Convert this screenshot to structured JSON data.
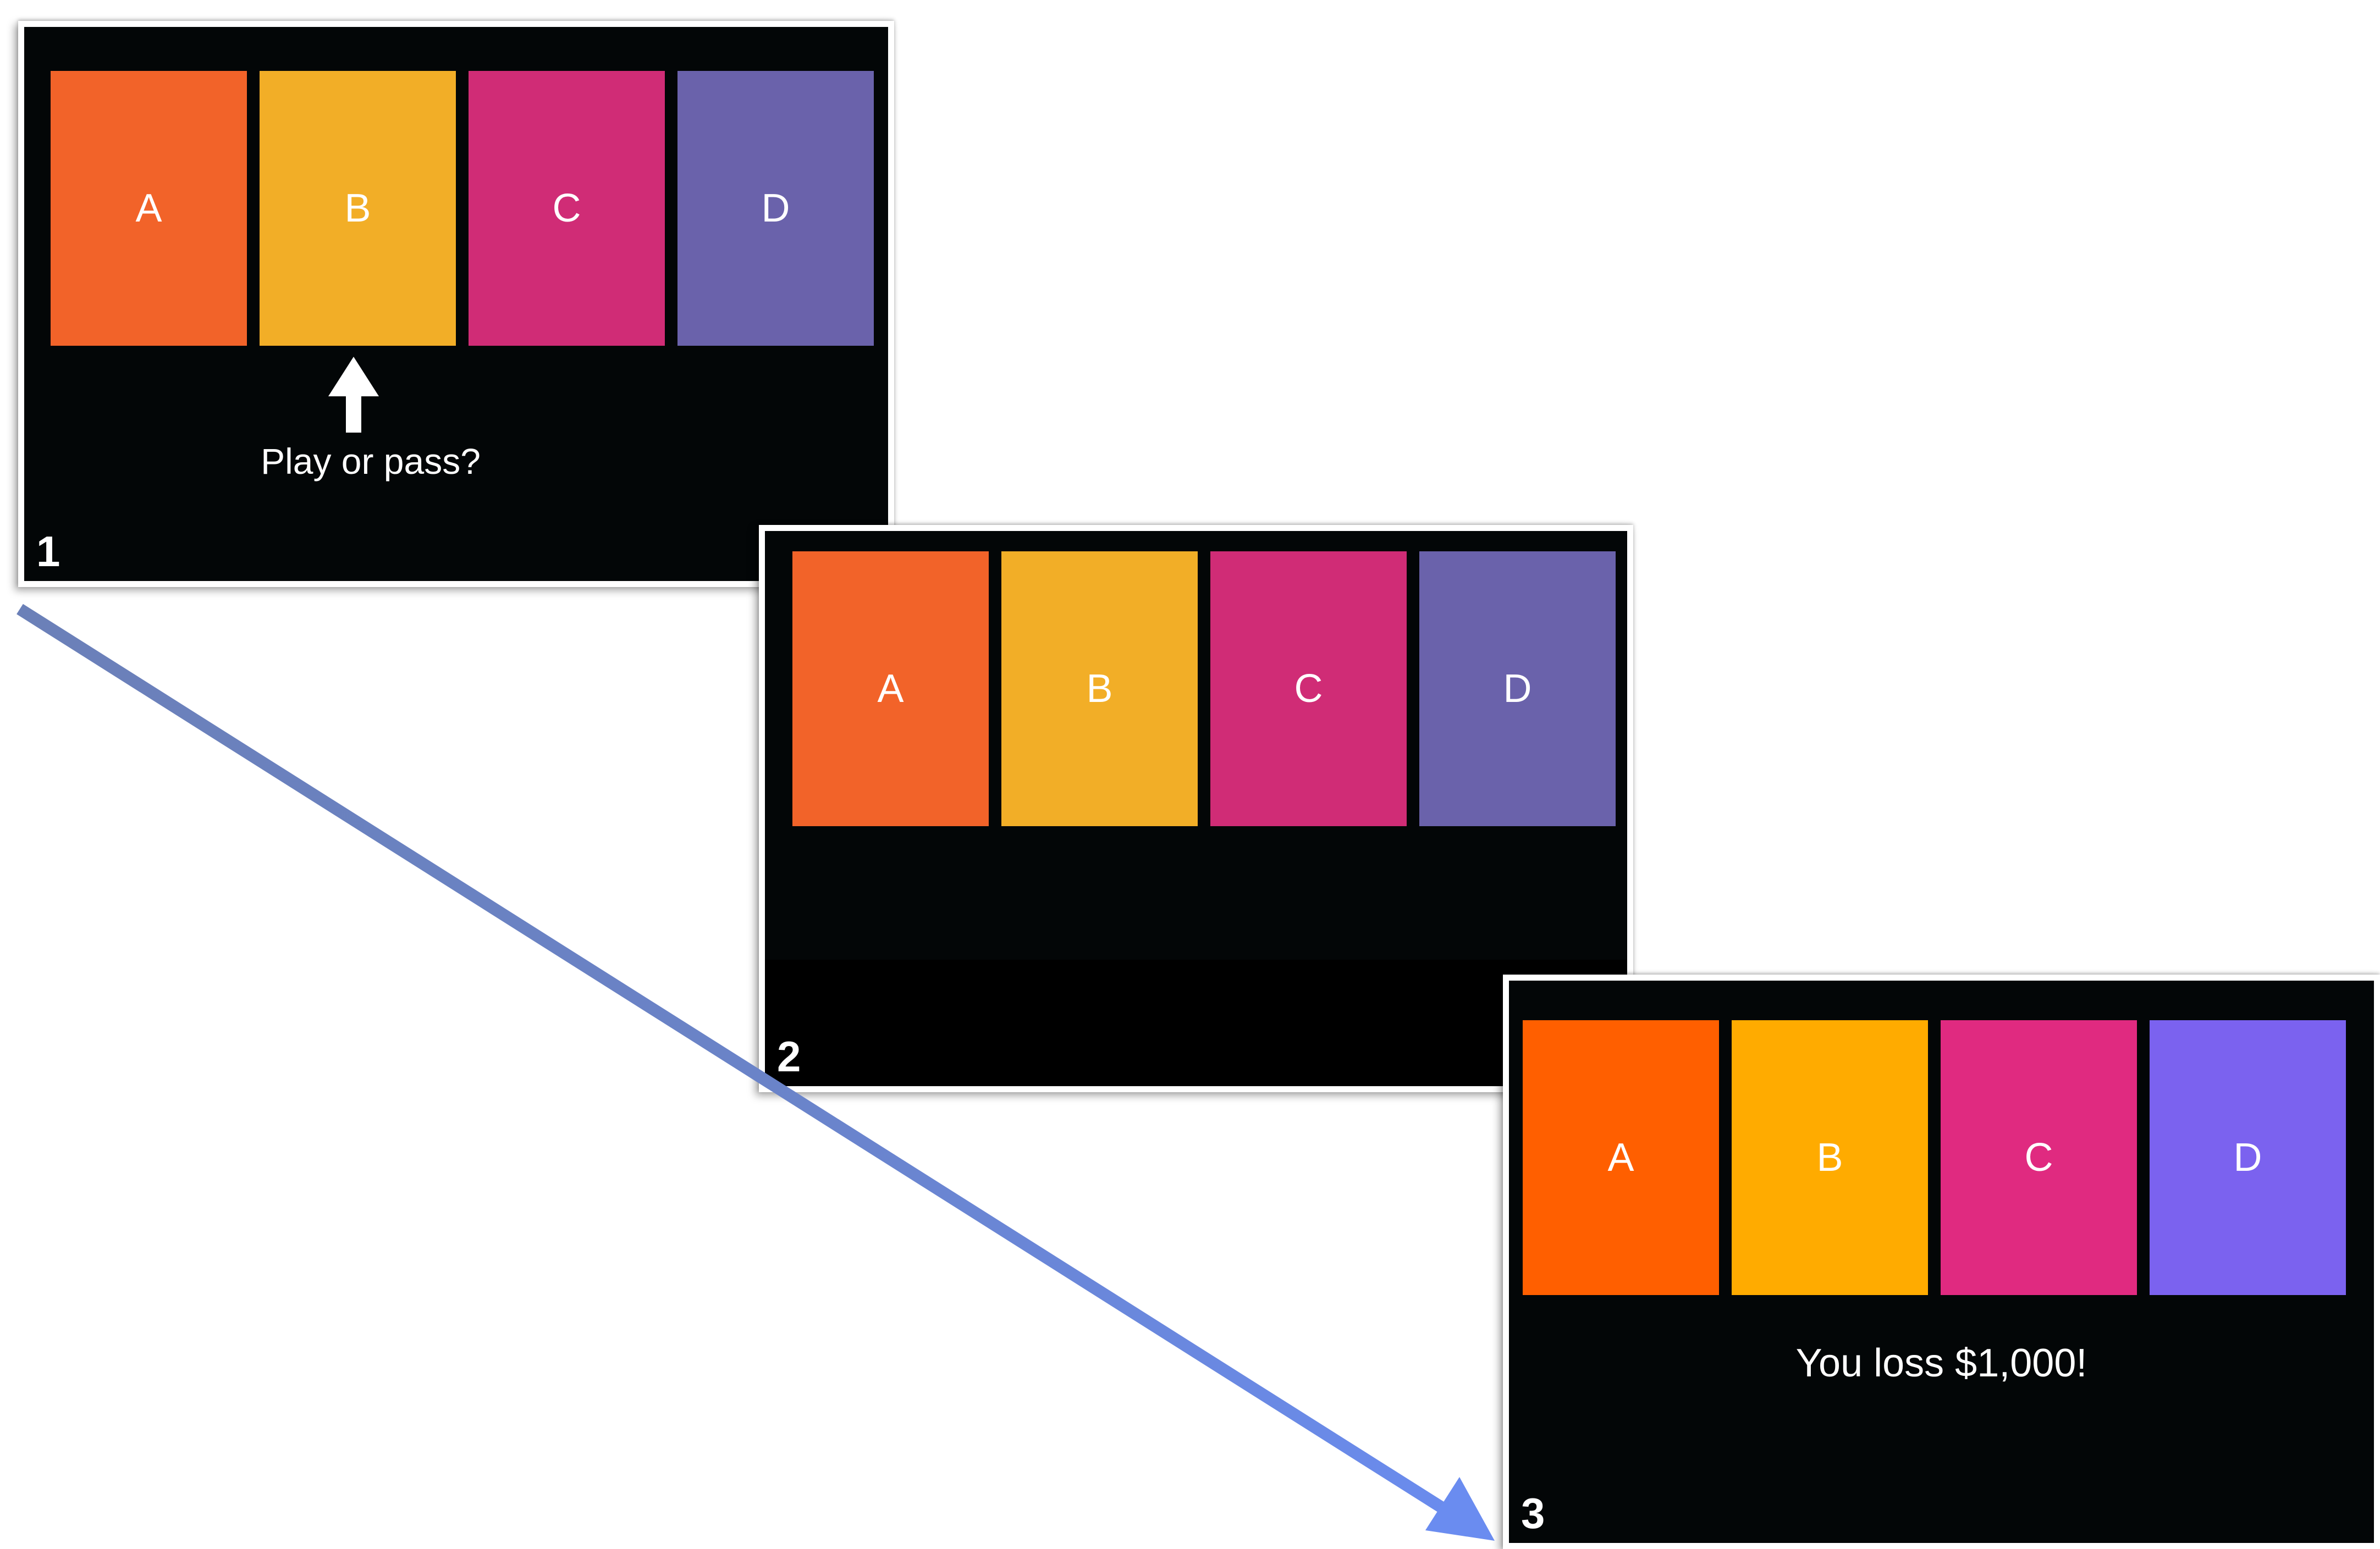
{
  "colors": {
    "panel_bg": "#030607",
    "frame": "#ffffff",
    "arrow_start": "#6b80b8",
    "arrow_end": "#6a8cf0"
  },
  "panels": [
    {
      "label": "1",
      "cards": [
        {
          "label": "A",
          "color": "#f26329"
        },
        {
          "label": "B",
          "color": "#f2ae27"
        },
        {
          "label": "C",
          "color": "#d02c76"
        },
        {
          "label": "D",
          "color": "#6a62ab"
        }
      ],
      "message": "Play or pass?",
      "pointer_icon": "up-arrow-icon"
    },
    {
      "label": "2",
      "cards": [
        {
          "label": "A",
          "color": "#f26329"
        },
        {
          "label": "B",
          "color": "#f2ae27"
        },
        {
          "label": "C",
          "color": "#d02c76"
        },
        {
          "label": "D",
          "color": "#6a62ab"
        }
      ]
    },
    {
      "label": "3",
      "cards": [
        {
          "label": "A",
          "color": "#ff5f00"
        },
        {
          "label": "B",
          "color": "#ffab00"
        },
        {
          "label": "C",
          "color": "#e02a80"
        },
        {
          "label": "D",
          "color": "#7b62ef"
        }
      ],
      "message": "You loss $1,000!"
    }
  ],
  "flow_icon": "diagonal-arrow-icon"
}
